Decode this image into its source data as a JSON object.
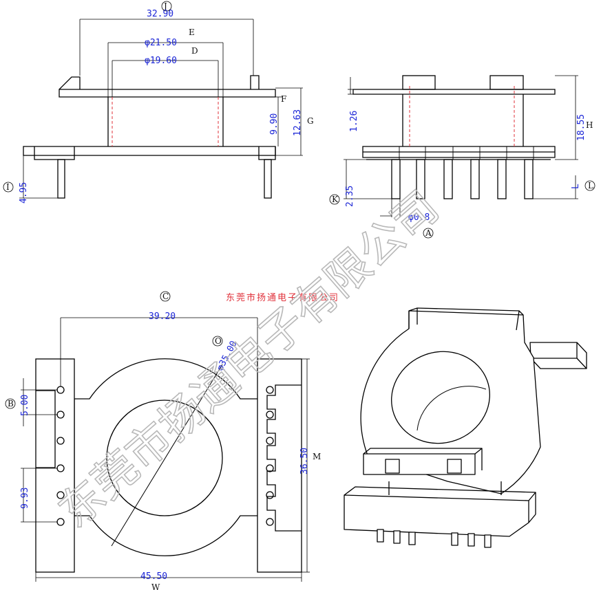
{
  "company_line": "东莞市扬通电子有限公司",
  "watermark": "东莞市扬通电子有限公司",
  "colors": {
    "dimension": "#1a24d6",
    "outline": "#000000",
    "centerline": "#e0303a",
    "company": "#e0303a",
    "watermark": "#b8b8b8"
  },
  "front_view": {
    "dims": {
      "J": "32.90",
      "E": "φ21.50",
      "D": "φ19.60",
      "F": "9.90",
      "G": "12.63",
      "I": "4.95"
    },
    "letters": {
      "J": "J",
      "E": "E",
      "D": "D",
      "F": "F",
      "G": "G",
      "I": "I"
    }
  },
  "side_view": {
    "dims": {
      "H": "18.55",
      "h126": "1.26",
      "K": "2.35",
      "A": "φ0.8",
      "L": "L"
    },
    "letters": {
      "H": "H",
      "K": "K",
      "A": "A",
      "L": "L"
    }
  },
  "bottom_view": {
    "dims": {
      "C": "39.20",
      "O": "φ35.00",
      "B": "5.00",
      "b993": "9.93",
      "M": "36.50",
      "W": "45.50"
    },
    "letters": {
      "C": "C",
      "O": "O",
      "B": "B",
      "M": "M",
      "W": "W"
    }
  }
}
